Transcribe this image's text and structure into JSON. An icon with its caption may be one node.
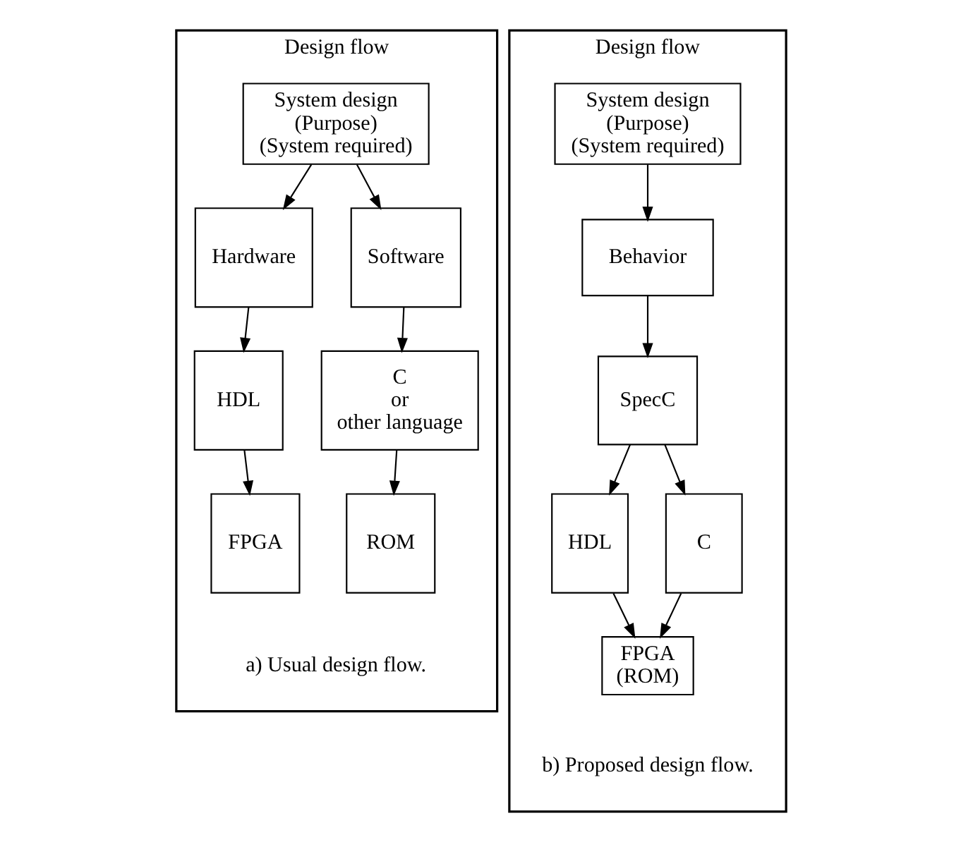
{
  "diagram": {
    "nodes": [
      {
        "text": [
          "Design flow",
          "a) Usual design flow."
        ]
      },
      {
        "text": [
          "System design (Purpose) (System required)"
        ],
        "in": 0
      },
      {
        "text": [
          "Hardware"
        ],
        "in": 0
      },
      {
        "text": [
          "Software"
        ],
        "in": 0
      },
      {
        "text": [
          "HDL"
        ],
        "in": 0
      },
      {
        "text": [
          "C or other language"
        ],
        "in": 0
      },
      {
        "text": [
          "FPGA"
        ],
        "in": 0
      },
      {
        "text": [
          "ROM"
        ],
        "in": 0
      },
      {
        "text": [
          "Design flow",
          "b) Proposed design flow."
        ]
      },
      {
        "text": [
          "System design (Purpose) (System required)"
        ],
        "in": 8
      },
      {
        "text": [
          "Behavior"
        ],
        "in": 8
      },
      {
        "text": [
          "SpecC"
        ],
        "in": 8
      },
      {
        "text": [
          "HDL"
        ],
        "in": 8
      },
      {
        "text": [
          "C"
        ],
        "in": 8
      },
      {
        "text": [
          "FPGA (ROM)"
        ],
        "in": 8
      }
    ],
    "edges": [
      {
        "from": 1,
        "to": 2,
        "arrow": "to"
      },
      {
        "from": 1,
        "to": 3,
        "arrow": "to"
      },
      {
        "from": 2,
        "to": 4,
        "arrow": "to"
      },
      {
        "from": 3,
        "to": 5,
        "arrow": "to"
      },
      {
        "from": 4,
        "to": 6,
        "arrow": "to"
      },
      {
        "from": 5,
        "to": 7,
        "arrow": "to"
      },
      {
        "from": 9,
        "to": 10,
        "arrow": "to"
      },
      {
        "from": 10,
        "to": 11,
        "arrow": "to"
      },
      {
        "from": 11,
        "to": 12,
        "arrow": "to"
      },
      {
        "from": 11,
        "to": 13,
        "arrow": "to"
      },
      {
        "from": 12,
        "to": 14,
        "arrow": "to"
      },
      {
        "from": 13,
        "to": 14,
        "arrow": "to"
      }
    ]
  }
}
